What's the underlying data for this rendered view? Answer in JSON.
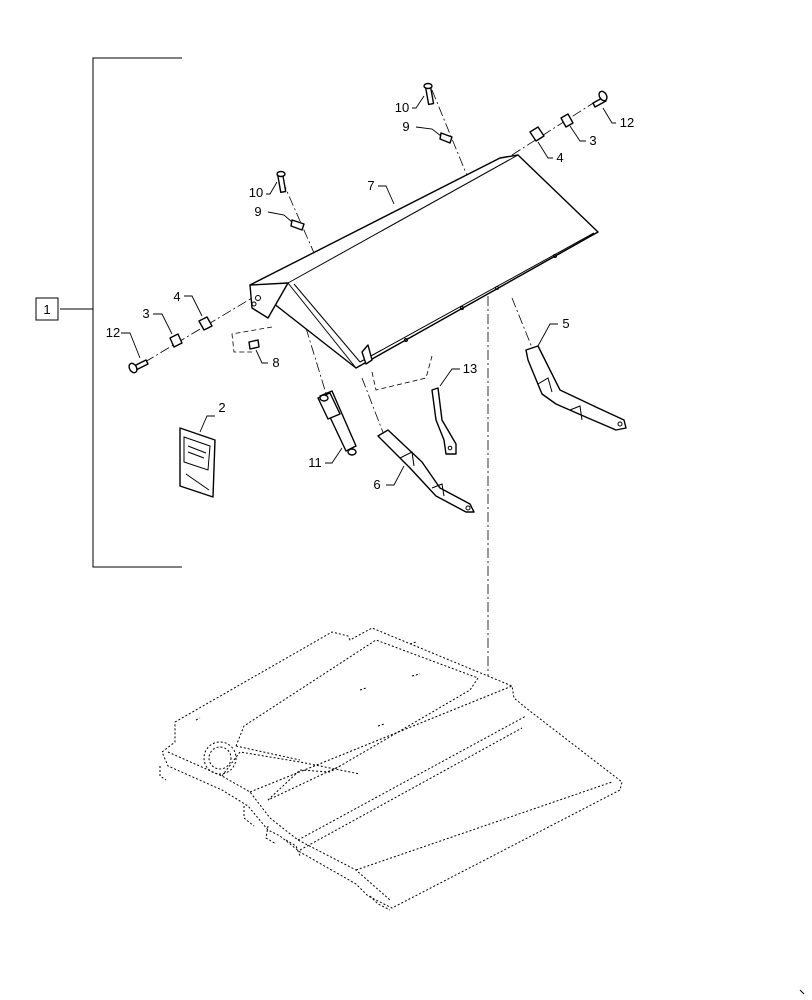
{
  "callouts": {
    "c1": "1",
    "c2": "2",
    "c3_left": "3",
    "c3_right": "3",
    "c4_left": "4",
    "c4_right": "4",
    "c5": "5",
    "c6": "6",
    "c7": "7",
    "c8": "8",
    "c9_left": "9",
    "c9_right": "9",
    "c10_left": "10",
    "c10_right": "10",
    "c11": "11",
    "c12_left": "12",
    "c12_right": "12",
    "c13": "13"
  }
}
